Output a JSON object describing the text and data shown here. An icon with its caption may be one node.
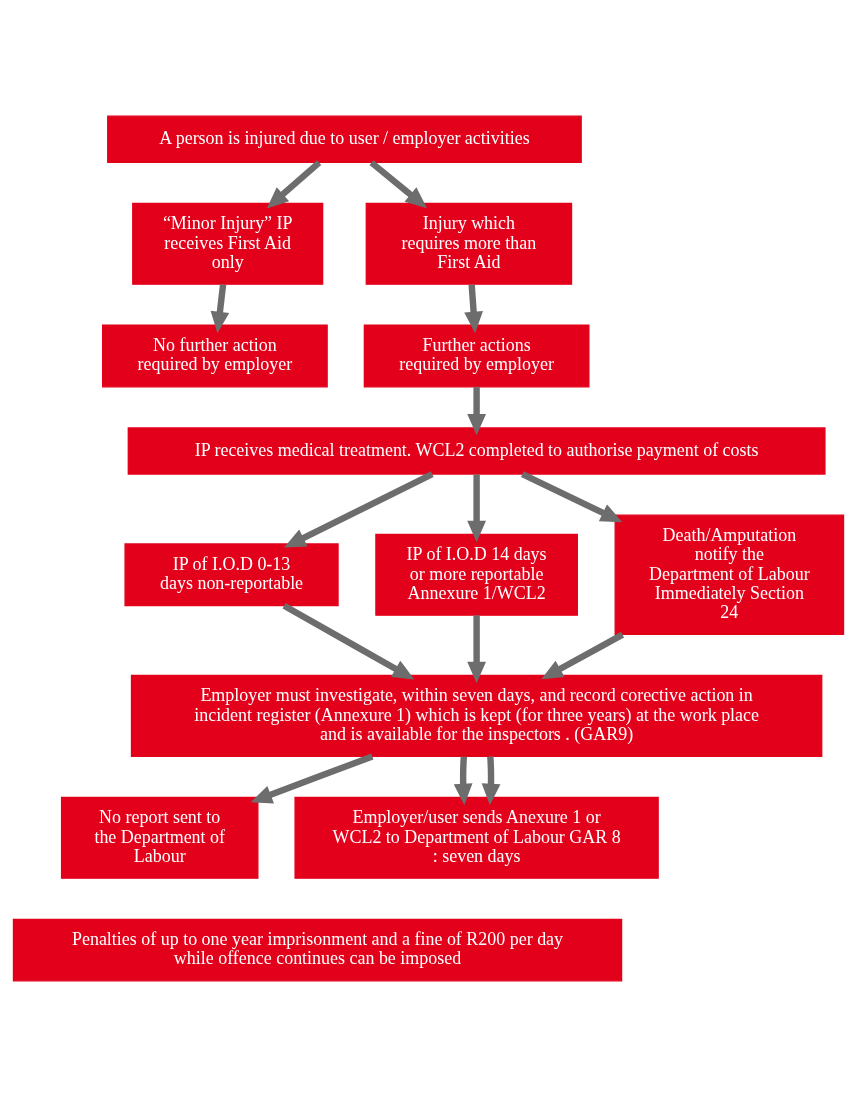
{
  "diagram": {
    "nodes": [
      {
        "text": [
          "A person is injured due to user / employer activities"
        ]
      },
      {
        "text": [
          "“Minor Injury” IP receives First Aid only"
        ]
      },
      {
        "text": [
          "Injury which requires more than First Aid"
        ]
      },
      {
        "text": [
          "No further action required by employer"
        ]
      },
      {
        "text": [
          "Further actions required by employer"
        ]
      },
      {
        "text": [
          "IP receives medical treatment. WCL2 completed to authorise payment of costs"
        ]
      },
      {
        "text": [
          "IP of I.O.D 0-13 days non-reportable"
        ]
      },
      {
        "text": [
          "IP of I.O.D 14 days or more reportable Annexure 1/WCL2"
        ]
      },
      {
        "text": [
          "Death/Amputation notify the Department of Labour Immediately Section 24"
        ]
      },
      {
        "text": [
          "Employer must investigate, within seven days, and record corective action in incident register (Annexure 1) which is kept (for three years) at the work place and is available for the inspectors . (GAR9)"
        ]
      },
      {
        "text": [
          "No report sent to the Department of Labour"
        ]
      },
      {
        "text": [
          "Employer/user sends Anexure 1 or WCL2 to Department of Labour GAR 8 : seven days"
        ]
      },
      {
        "text": [
          "Penalties of up to one year imprisonment and a fine of R200 per day while offence continues can be imposed"
        ]
      }
    ],
    "edges": [
      {
        "from": 0,
        "to": 1,
        "arrow": "to"
      },
      {
        "from": 0,
        "to": 2,
        "arrow": "to"
      },
      {
        "from": 1,
        "to": 3,
        "arrow": "to"
      },
      {
        "from": 2,
        "to": 4,
        "arrow": "to"
      },
      {
        "from": 4,
        "to": 5,
        "arrow": "to"
      },
      {
        "from": 5,
        "to": 6,
        "arrow": "to"
      },
      {
        "from": 5,
        "to": 7,
        "arrow": "to"
      },
      {
        "from": 5,
        "to": 8,
        "arrow": "to"
      },
      {
        "from": 6,
        "to": 9,
        "arrow": "to"
      },
      {
        "from": 7,
        "to": 9,
        "arrow": "to"
      },
      {
        "from": 8,
        "to": 9,
        "arrow": "to"
      },
      {
        "from": 9,
        "to": 10,
        "arrow": "to"
      },
      {
        "from": 9,
        "to": 11,
        "arrow": "to"
      },
      {
        "from": 9,
        "to": 11,
        "arrow": "to"
      }
    ]
  }
}
